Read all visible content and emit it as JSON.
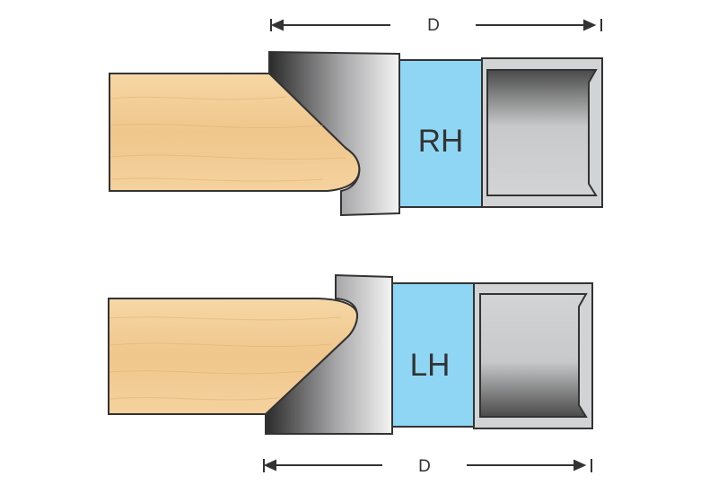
{
  "diagrams": {
    "top": {
      "label": "RH",
      "dimension": "D"
    },
    "bottom": {
      "label": "LH",
      "dimension": "D"
    }
  },
  "colors": {
    "wood": "#f3cf98",
    "spacer": "#8fd6f5",
    "holder": "#d1d3d4",
    "outline": "#333333"
  }
}
